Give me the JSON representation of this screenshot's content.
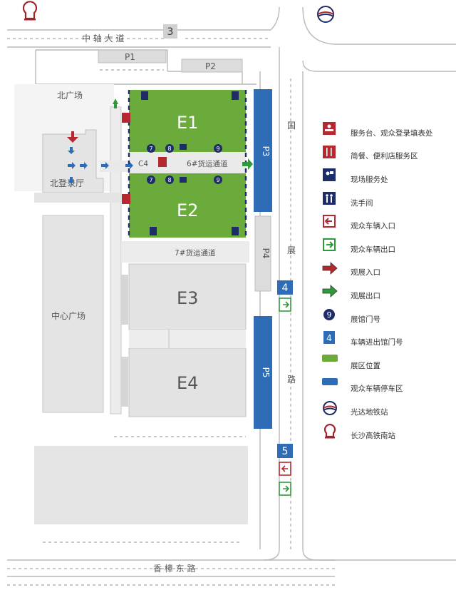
{
  "map": {
    "roads": {
      "north": "中 轴 大 道",
      "south": "香 樟 东 路",
      "east_upper": "国",
      "east_middle": "展",
      "east_lower": "路"
    },
    "areas": {
      "north_plaza": "北广场",
      "north_hall": "北登录厅",
      "central_plaza": "中心广场",
      "corridor_6": "6#货运通道",
      "corridor_7": "7#货运通道",
      "c4": "C4"
    },
    "halls": {
      "e1": "E1",
      "e2": "E2",
      "e3": "E3",
      "e4": "E4"
    },
    "parking": {
      "p1": "P1",
      "p2": "P2",
      "p3": "P3",
      "p4": "P4",
      "p5": "P5"
    },
    "vehicle_gates": {
      "g3": "3",
      "g4": "4",
      "g5": "5"
    },
    "hall_doors": {
      "d7": "7",
      "d8": "8",
      "d9": "9"
    },
    "colors": {
      "hall_green": "#6aab3c",
      "parking_blue": "#2e6db5",
      "service_red": "#b5282f",
      "exit_green": "#2f9a3a",
      "navy": "#1f2c6a"
    }
  },
  "legend": [
    {
      "icon": "service-desk-icon",
      "label": "服务台、观众登录填表处"
    },
    {
      "icon": "restaurant-icon",
      "label": "简餐、便利店服务区"
    },
    {
      "icon": "onsite-service-icon",
      "label": "现场服务处"
    },
    {
      "icon": "restroom-icon",
      "label": "洗手间"
    },
    {
      "icon": "vehicle-entrance-icon",
      "label": "观众车辆入口"
    },
    {
      "icon": "vehicle-exit-icon",
      "label": "观众车辆出口"
    },
    {
      "icon": "visitor-entrance-arrow-icon",
      "label": "观展入口"
    },
    {
      "icon": "visitor-exit-arrow-icon",
      "label": "观展出口"
    },
    {
      "icon": "hall-door-number-icon",
      "label": "展馆门号",
      "value": "9"
    },
    {
      "icon": "vehicle-gate-number-icon",
      "label": "车辆进出馆门号",
      "value": "4"
    },
    {
      "icon": "exhibit-area-swatch-icon",
      "label": "展区位置"
    },
    {
      "icon": "parking-swatch-icon",
      "label": "观众车辆停车区"
    },
    {
      "icon": "metro-station-icon",
      "label": "光达地铁站"
    },
    {
      "icon": "railway-station-icon",
      "label": "长沙高铁南站"
    }
  ]
}
